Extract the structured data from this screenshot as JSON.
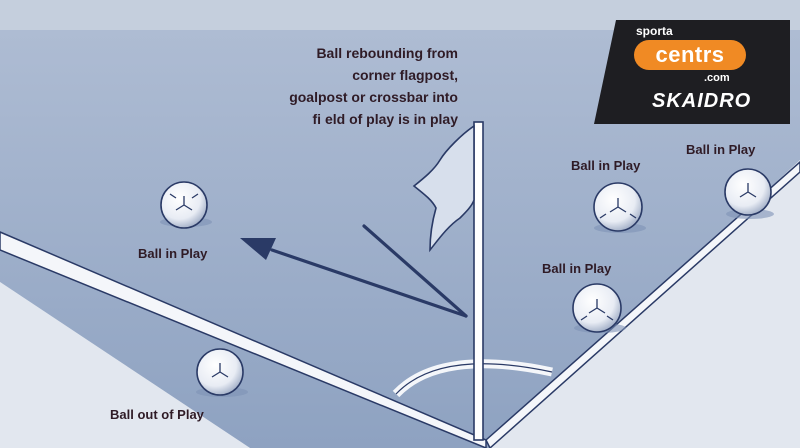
{
  "caption": {
    "lines": [
      "Ball rebounding from",
      "corner flagpost,",
      "goalpost or crossbar into",
      "fi eld of play is in play"
    ]
  },
  "labels": {
    "ball_in_play_left": "Ball in Play",
    "ball_in_play_center": "Ball in Play",
    "ball_in_play_right": "Ball in Play",
    "ball_in_play_lower": "Ball in Play",
    "ball_out_of_play": "Ball out of Play"
  },
  "logo": {
    "top": "sporta",
    "main": "centrs",
    "domain": ".com",
    "sub": "SKAIDRO"
  },
  "colors": {
    "sky": "#c5cfdd",
    "field": "#94a7c4",
    "out_area": "#e2e7ef",
    "ink": "#2a3a66",
    "text": "#2f1b26",
    "logo_bg": "#1e1e22",
    "logo_accent": "#f08a24"
  },
  "icons": [
    "soccer-ball-icon",
    "corner-flag-icon",
    "arrow-icon"
  ]
}
